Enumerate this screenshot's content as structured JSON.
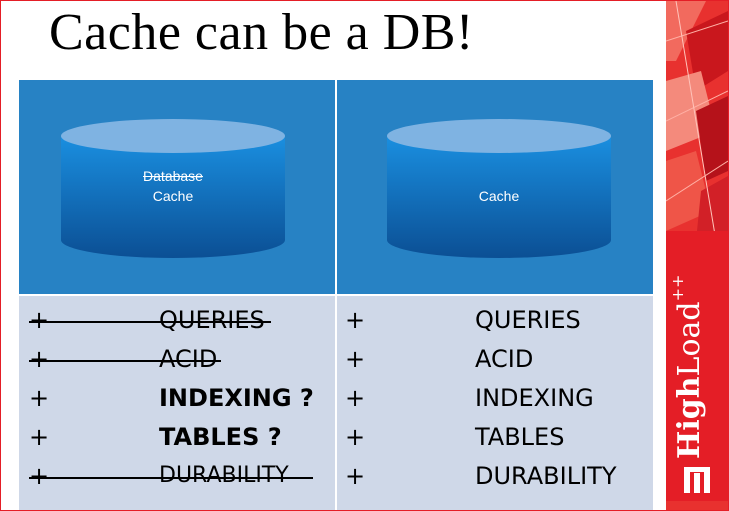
{
  "slide": {
    "title": "Cache can be a DB!"
  },
  "left": {
    "cylinder": {
      "line1": "Database",
      "line2": "Cache"
    },
    "rows": [
      {
        "plus": "+",
        "term": "QUERIES",
        "style": "struck"
      },
      {
        "plus": "+",
        "term": "ACID",
        "style": "struck"
      },
      {
        "plus": "+",
        "term": "INDEXING ?",
        "style": "bold"
      },
      {
        "plus": "+",
        "term": "TABLES ?",
        "style": "bold"
      },
      {
        "plus": "+",
        "term": "DURABILITY",
        "style": "struck"
      }
    ]
  },
  "right": {
    "cylinder": {
      "line1": "Cache"
    },
    "rows": [
      {
        "plus": "+",
        "term": "QUERIES",
        "style": "normal"
      },
      {
        "plus": "+",
        "term": "ACID",
        "style": "normal"
      },
      {
        "plus": "+",
        "term": "INDEXING",
        "style": "normal"
      },
      {
        "plus": "+",
        "term": "TABLES",
        "style": "normal"
      },
      {
        "plus": "+",
        "term": "DURABILITY",
        "style": "normal"
      }
    ]
  },
  "brand": {
    "name_bold": "High",
    "name_regular": "Load",
    "suffix": "++"
  },
  "colors": {
    "cell_top": "#2782c4",
    "cell_bottom": "#cfd8e8",
    "brand_red": "#e41e26"
  }
}
